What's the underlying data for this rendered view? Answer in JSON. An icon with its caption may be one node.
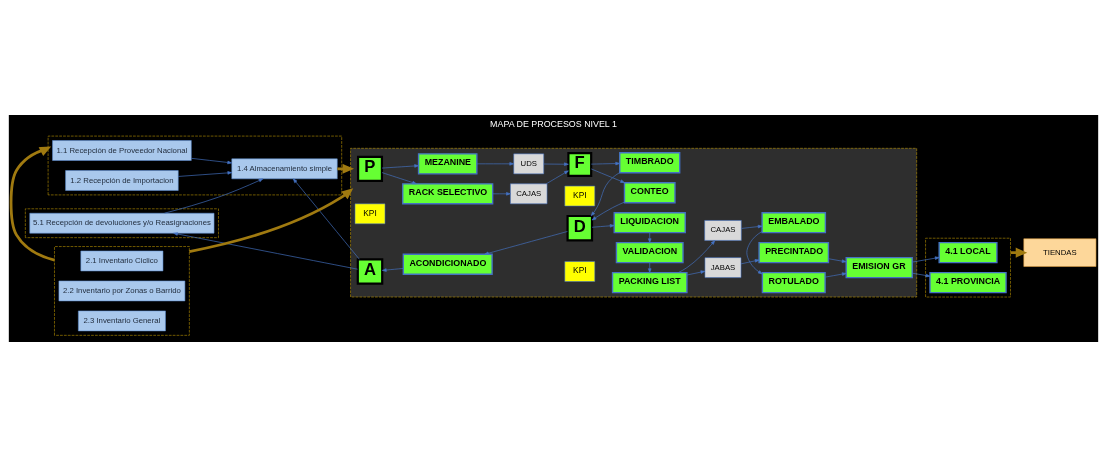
{
  "diagram": {
    "title": "MAPA DE PROCESOS NIVEL 1",
    "nodes": [
      {
        "text": [],
        "shape": "box"
      },
      {
        "text": [
          "1.1 Recepción de Proveedor Nacional"
        ],
        "in": 0
      },
      {
        "text": [
          "1.2 Recepción de Importacion"
        ],
        "in": 0
      },
      {
        "text": [
          "1.4 Almacenamiento simple"
        ],
        "in": 0
      },
      {
        "text": [],
        "shape": "box"
      },
      {
        "text": [
          "P"
        ],
        "in": 4
      },
      {
        "text": [
          "KPI"
        ],
        "in": 4
      },
      {
        "text": [
          "MEZANINE"
        ],
        "in": 4
      },
      {
        "text": [
          "RACK SELECTIVO"
        ],
        "in": 4
      },
      {
        "text": [
          "UDS"
        ],
        "in": 4
      },
      {
        "text": [
          "CAJAS"
        ],
        "in": 4
      },
      {
        "text": [
          "F"
        ],
        "in": 4
      },
      {
        "text": [
          "KPI"
        ],
        "in": 4
      },
      {
        "text": [
          "TIMBRADO"
        ],
        "in": 4
      },
      {
        "text": [
          "CONTEO"
        ],
        "in": 4
      },
      {
        "text": [
          "EMISION GR"
        ],
        "in": 4
      },
      {
        "text": [
          "A"
        ],
        "in": 4
      },
      {
        "text": [
          "ACONDICIONADO"
        ],
        "in": 4
      },
      {
        "text": [
          "D"
        ],
        "in": 4
      },
      {
        "text": [
          "KPI"
        ],
        "in": 4
      },
      {
        "text": [
          "LIQUIDACION"
        ],
        "in": 4
      },
      {
        "text": [
          "VALIDACION"
        ],
        "in": 4
      },
      {
        "text": [
          "PACKING LIST"
        ],
        "in": 4
      },
      {
        "text": [
          "JABAS"
        ],
        "in": 4
      },
      {
        "text": [
          "CAJAS"
        ],
        "in": 4
      },
      {
        "text": [
          "PRECINTADO"
        ],
        "in": 4
      },
      {
        "text": [
          "ROTULADO"
        ],
        "in": 4
      },
      {
        "text": [
          "EMBALADO"
        ],
        "in": 4
      },
      {
        "text": [],
        "shape": "box"
      },
      {
        "text": [
          "4.1 LOCAL"
        ],
        "in": 28
      },
      {
        "text": [
          "4.1 PROVINCIA"
        ],
        "in": 28
      },
      {
        "text": [
          "TIENDAS"
        ]
      },
      {
        "text": [],
        "shape": "box"
      },
      {
        "text": [
          "5.1 Recepción de devoluciones y/o Reasignaciones"
        ],
        "in": 32
      },
      {
        "text": [],
        "shape": "box"
      },
      {
        "text": [
          "2.1 Inventario Ciclico"
        ],
        "in": 34
      },
      {
        "text": [
          "2.2 Inventario por Zonas o Barrido"
        ],
        "in": 34
      },
      {
        "text": [
          "2.3 Inventario General"
        ],
        "in": 34
      }
    ],
    "edges": [
      {
        "from": 1,
        "to": 3,
        "arrow": "to"
      },
      {
        "from": 2,
        "to": 3,
        "arrow": "to"
      },
      {
        "from": 33,
        "to": 3,
        "arrow": "to"
      },
      {
        "from": 3,
        "to": 4,
        "arrow": "to",
        "style": "thick",
        "color": "#a07a10"
      },
      {
        "from": 5,
        "to": 7,
        "arrow": "to"
      },
      {
        "from": 5,
        "to": 8,
        "arrow": "to"
      },
      {
        "from": 7,
        "to": 9,
        "arrow": "to"
      },
      {
        "from": 8,
        "to": 10,
        "arrow": "to"
      },
      {
        "from": 9,
        "to": 11,
        "arrow": "to"
      },
      {
        "from": 10,
        "to": 11,
        "arrow": "to"
      },
      {
        "from": 11,
        "to": 13,
        "arrow": "to"
      },
      {
        "from": 11,
        "to": 14,
        "arrow": "to"
      },
      {
        "from": 13,
        "to": 18,
        "arrow": "to"
      },
      {
        "from": 14,
        "to": 18,
        "arrow": "to"
      },
      {
        "from": 18,
        "to": 17,
        "arrow": "to"
      },
      {
        "from": 17,
        "to": 16,
        "arrow": "to"
      },
      {
        "from": 16,
        "to": 3,
        "arrow": "to"
      },
      {
        "from": 16,
        "to": 33,
        "arrow": "to"
      },
      {
        "from": 18,
        "to": 20,
        "arrow": "to"
      },
      {
        "from": 20,
        "to": 21,
        "arrow": "to"
      },
      {
        "from": 21,
        "to": 22,
        "arrow": "to"
      },
      {
        "from": 22,
        "to": 23,
        "arrow": "to"
      },
      {
        "from": 22,
        "to": 24,
        "arrow": "to"
      },
      {
        "from": 23,
        "to": 25,
        "arrow": "to"
      },
      {
        "from": 24,
        "to": 27,
        "arrow": "to"
      },
      {
        "from": 27,
        "to": 26,
        "arrow": "to"
      },
      {
        "from": 25,
        "to": 15,
        "arrow": "to"
      },
      {
        "from": 26,
        "to": 15,
        "arrow": "to"
      },
      {
        "from": 15,
        "to": 29,
        "arrow": "to"
      },
      {
        "from": 15,
        "to": 30,
        "arrow": "to"
      },
      {
        "from": 28,
        "to": 31,
        "arrow": "to",
        "style": "thick",
        "color": "#a07a10"
      },
      {
        "from": 34,
        "to": 4,
        "arrow": "to",
        "style": "thick",
        "color": "#a07a10"
      },
      {
        "from": 34,
        "to": 0,
        "arrow": "to",
        "style": "thick",
        "color": "#a07a10"
      }
    ]
  }
}
